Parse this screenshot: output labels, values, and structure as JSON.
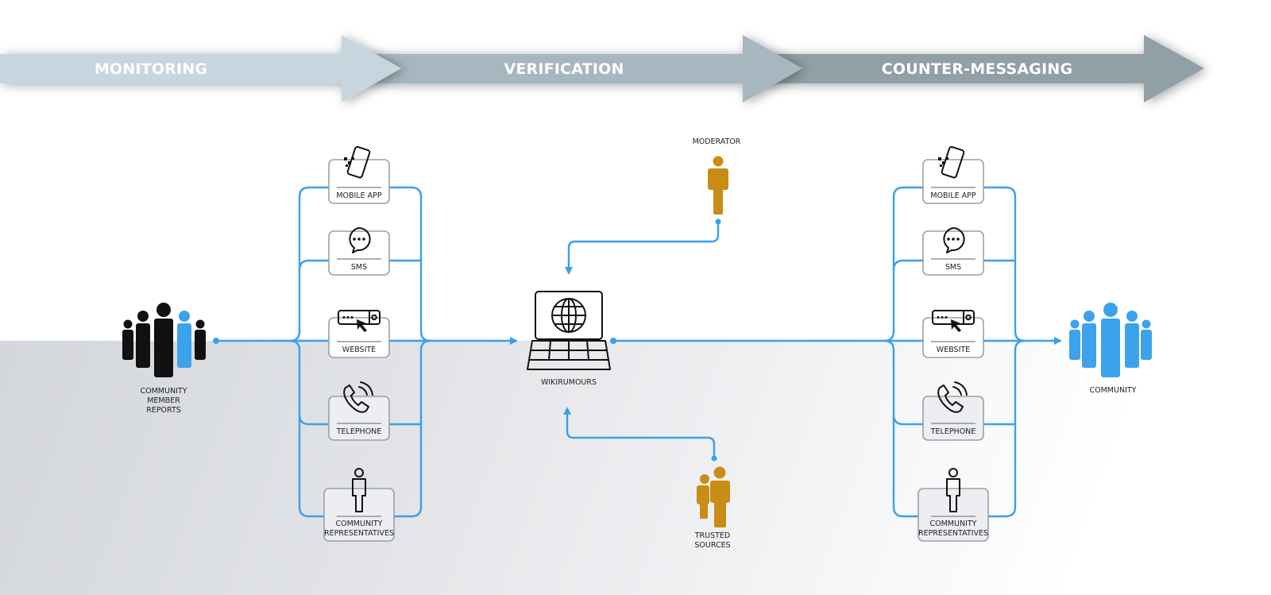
{
  "colors": {
    "flow_blue": "#3aa0ea",
    "person_gold": "#c98c16",
    "phase_monitoring": "#c7d6de",
    "phase_verification": "#a6b7bf",
    "phase_counter": "#919fa7",
    "community_blue": "#3da2ec"
  },
  "phases": [
    {
      "label": "MONITORING"
    },
    {
      "label": "VERIFICATION"
    },
    {
      "label": "COUNTER-MESSAGING"
    }
  ],
  "source": {
    "icon": "group-people-icon",
    "label_lines": [
      "COMMUNITY",
      "MEMBER",
      "REPORTS"
    ]
  },
  "channels_in": [
    {
      "icon": "mobile-app-icon",
      "label_lines": [
        "MOBILE APP"
      ]
    },
    {
      "icon": "sms-chat-icon",
      "label_lines": [
        "SMS"
      ]
    },
    {
      "icon": "website-browser-icon",
      "label_lines": [
        "WEBSITE"
      ]
    },
    {
      "icon": "telephone-icon",
      "label_lines": [
        "TELEPHONE"
      ]
    },
    {
      "icon": "person-outline-icon",
      "label_lines": [
        "COMMUNITY",
        "REPRESENTATIVES"
      ]
    }
  ],
  "hub": {
    "icon": "laptop-globe-icon",
    "label": "WIKIRUMOURS"
  },
  "moderator": {
    "icon": "person-icon",
    "label": "MODERATOR"
  },
  "trusted_sources": {
    "icon": "two-people-icon",
    "label_lines": [
      "TRUSTED",
      "SOURCES"
    ]
  },
  "channels_out": [
    {
      "icon": "mobile-app-icon",
      "label_lines": [
        "MOBILE APP"
      ]
    },
    {
      "icon": "sms-chat-icon",
      "label_lines": [
        "SMS"
      ]
    },
    {
      "icon": "website-browser-icon",
      "label_lines": [
        "WEBSITE"
      ]
    },
    {
      "icon": "telephone-icon",
      "label_lines": [
        "TELEPHONE"
      ]
    },
    {
      "icon": "person-outline-icon",
      "label_lines": [
        "COMMUNITY",
        "REPRESENTATIVES"
      ]
    }
  ],
  "destination": {
    "icon": "group-people-icon",
    "label": "COMMUNITY"
  }
}
